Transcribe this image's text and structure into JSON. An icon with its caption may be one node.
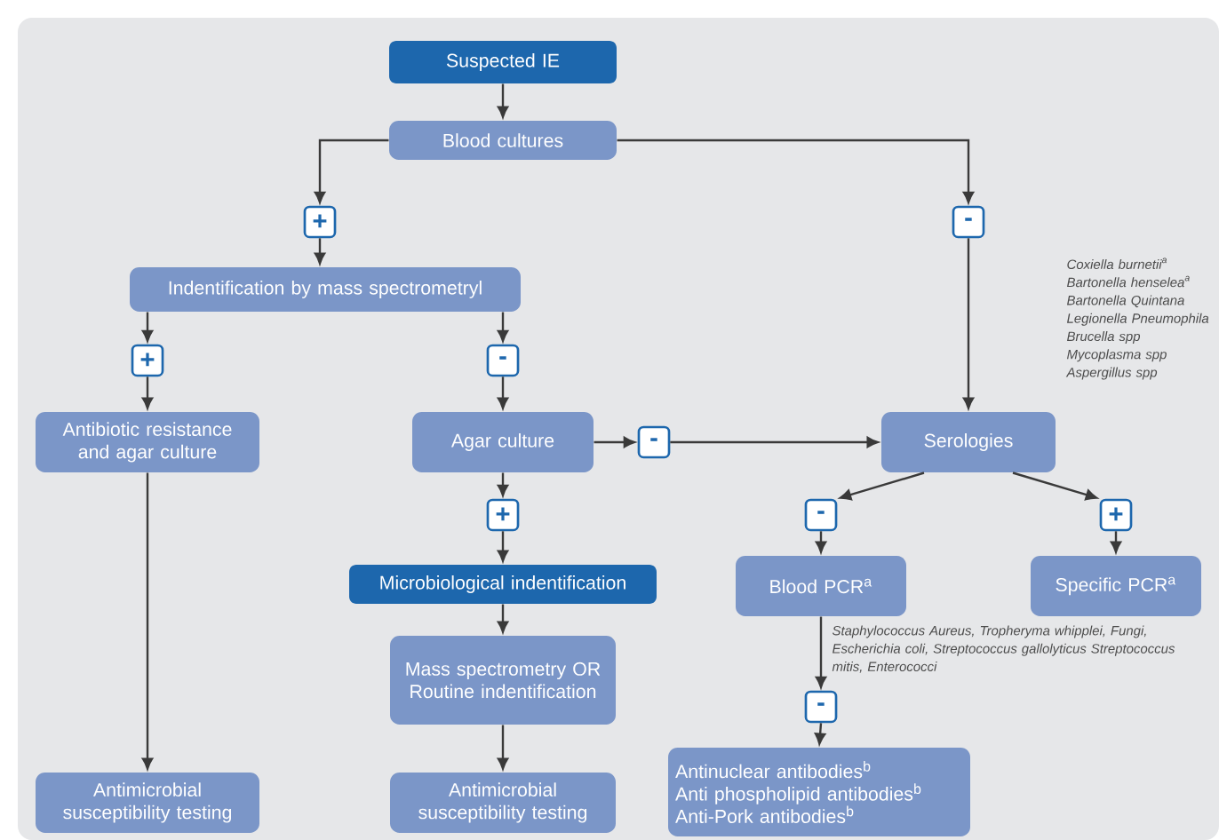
{
  "diagram": {
    "nodes": [
      {
        "text": [
          "Suspected IE"
        ]
      },
      {
        "text": [
          "Blood cultures"
        ]
      },
      {
        "text": [
          "+"
        ]
      },
      {
        "text": [
          "-"
        ]
      },
      {
        "text": [
          "Indentification by mass spectrometryl"
        ]
      },
      {
        "text": [
          "+"
        ]
      },
      {
        "text": [
          "-"
        ]
      },
      {
        "text": [
          "Antibiotic resistance and agar culture"
        ]
      },
      {
        "text": [
          "Agar culture"
        ]
      },
      {
        "text": [
          "-"
        ]
      },
      {
        "text": [
          "Serologies"
        ],
        "beside": [
          "Coxiella burnetii$^{a}$",
          "Bartonella henselea$^{a}$",
          "Bartonella Quintana",
          "Legionella Pneumophila",
          "Brucella spp",
          "Mycoplasma spp",
          "Aspergillus spp"
        ]
      },
      {
        "text": [
          "-"
        ]
      },
      {
        "text": [
          "+"
        ]
      },
      {
        "text": [
          "Blood PCR$^{a}$"
        ],
        "beside": [
          "Staphylococcus Aureus, Tropheryma whipplei, Fungi, Escherichia coli, Streptococcus gallolyticus Streptococcus mitis, Enterococci"
        ]
      },
      {
        "text": [
          "Specific PCR$^{a}$"
        ]
      },
      {
        "text": [
          "+"
        ]
      },
      {
        "text": [
          "Microbiological indentification"
        ]
      },
      {
        "text": [
          "Mass spectrometry OR Routine indentification"
        ]
      },
      {
        "text": [
          "Antimicrobial susceptibility testing"
        ]
      },
      {
        "text": [
          "Antimicrobial susceptibility testing"
        ]
      },
      {
        "text": [
          "-"
        ]
      },
      {
        "text": [
          "Antinuclear antibodies$^{b}$",
          "Anti phospholipid antibodies$^{b}$",
          "Anti-Pork antibodies$^{b}$"
        ]
      }
    ],
    "edges": [
      {
        "from": 0,
        "to": 1,
        "arrow": "to"
      },
      {
        "from": 1,
        "to": 2,
        "arrow": "to"
      },
      {
        "from": 2,
        "to": 4,
        "arrow": "to"
      },
      {
        "from": 1,
        "to": 3,
        "arrow": "to"
      },
      {
        "from": 3,
        "to": 10,
        "arrow": "to"
      },
      {
        "from": 4,
        "to": 5,
        "arrow": "to"
      },
      {
        "from": 5,
        "to": 7,
        "arrow": "to"
      },
      {
        "from": 4,
        "to": 6,
        "arrow": "to"
      },
      {
        "from": 6,
        "to": 8,
        "arrow": "to"
      },
      {
        "from": 8,
        "to": 9,
        "arrow": "to"
      },
      {
        "from": 9,
        "to": 10,
        "arrow": "to"
      },
      {
        "from": 10,
        "to": 11,
        "arrow": "to"
      },
      {
        "from": 11,
        "to": 13,
        "arrow": "to"
      },
      {
        "from": 10,
        "to": 12,
        "arrow": "to"
      },
      {
        "from": 12,
        "to": 14,
        "arrow": "to"
      },
      {
        "from": 8,
        "to": 15,
        "arrow": "to"
      },
      {
        "from": 15,
        "to": 16,
        "arrow": "to"
      },
      {
        "from": 16,
        "to": 17,
        "arrow": "to"
      },
      {
        "from": 17,
        "to": 19,
        "arrow": "to"
      },
      {
        "from": 7,
        "to": 18,
        "arrow": "to"
      },
      {
        "from": 13,
        "to": 20,
        "arrow": "to"
      },
      {
        "from": 20,
        "to": 21,
        "arrow": "to"
      }
    ]
  }
}
